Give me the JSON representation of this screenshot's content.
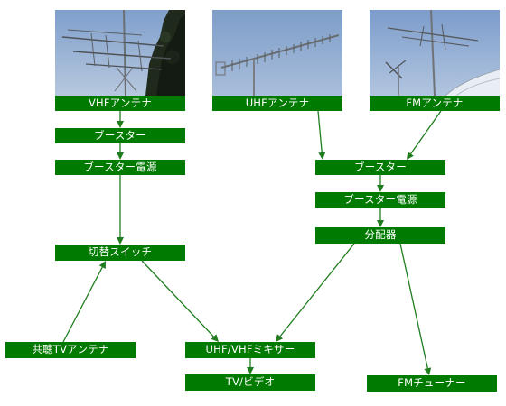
{
  "colors": {
    "node_fill": "#007a00",
    "node_text": "#ffffff",
    "arrow": "#1f7d1f",
    "sky": "#8aa6c9"
  },
  "photos": {
    "vhf": {
      "icon": "vhf-antenna-photo"
    },
    "uhf": {
      "icon": "uhf-yagi-antenna-photo"
    },
    "fm": {
      "icon": "fm-antenna-photo"
    }
  },
  "nodes": {
    "vhf_antenna": "VHFアンテナ",
    "uhf_antenna": "UHFアンテナ",
    "fm_antenna": "FMアンテナ",
    "booster_left": "ブースター",
    "booster_power_left": "ブースター電源",
    "booster_right": "ブースター",
    "booster_power_right": "ブースター電源",
    "splitter": "分配器",
    "switch": "切替スイッチ",
    "community_antenna": "共聴TVアンテナ",
    "mixer": "UHF/VHFミキサー",
    "tv_video": "TV/ビデオ",
    "fm_tuner": "FMチューナー"
  },
  "connections": [
    {
      "from": "vhf_antenna",
      "to": "booster_left"
    },
    {
      "from": "booster_left",
      "to": "booster_power_left"
    },
    {
      "from": "booster_power_left",
      "to": "switch"
    },
    {
      "from": "uhf_antenna",
      "to": "booster_right"
    },
    {
      "from": "fm_antenna",
      "to": "booster_right"
    },
    {
      "from": "booster_right",
      "to": "booster_power_right"
    },
    {
      "from": "booster_power_right",
      "to": "splitter"
    },
    {
      "from": "community_antenna",
      "to": "switch"
    },
    {
      "from": "switch",
      "to": "mixer"
    },
    {
      "from": "splitter",
      "to": "mixer"
    },
    {
      "from": "splitter",
      "to": "fm_tuner"
    },
    {
      "from": "mixer",
      "to": "tv_video"
    }
  ]
}
